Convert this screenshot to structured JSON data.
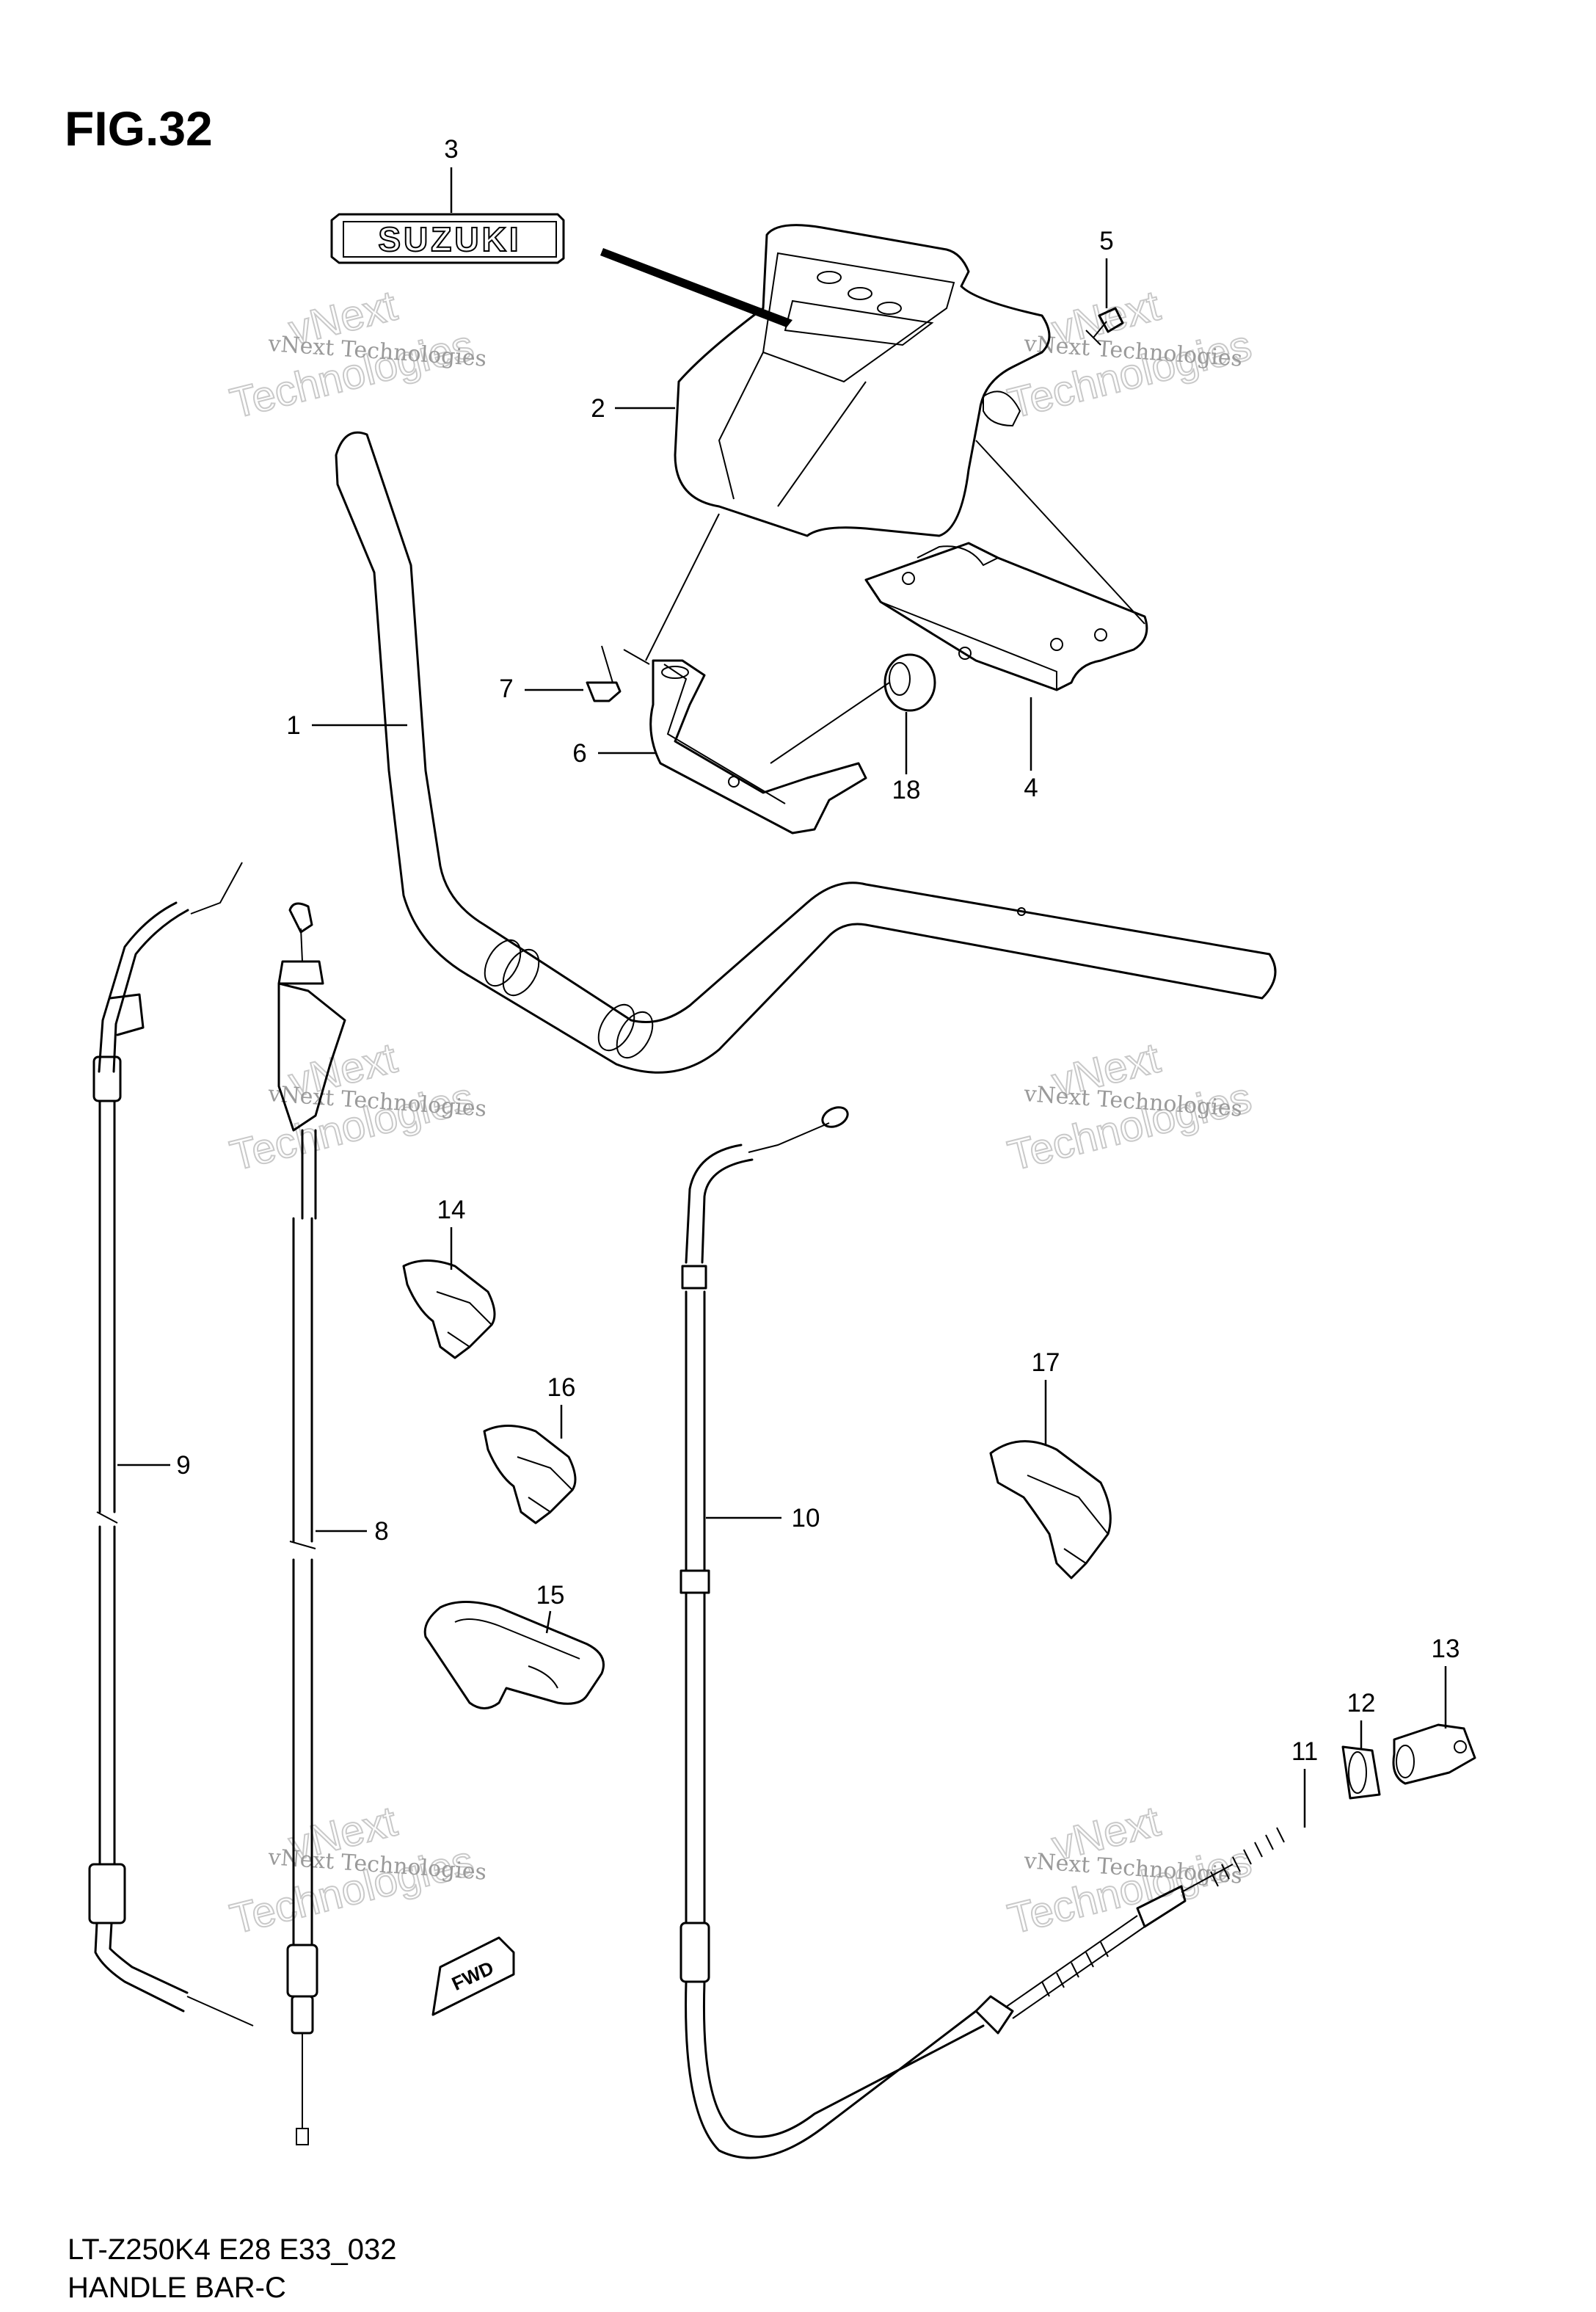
{
  "figure": {
    "title": "FIG.32",
    "caption_line1": "LT-Z250K4 E28 E33_032",
    "caption_line2": "HANDLE BAR-C"
  },
  "logo_text": "SUZUKI",
  "fwd_text": "FWD",
  "watermark": {
    "line1": "vNext Technologies",
    "big_top": "vNext",
    "big_bottom": "Technologies"
  },
  "callouts": {
    "p1": "1",
    "p2": "2",
    "p3": "3",
    "p4": "4",
    "p5": "5",
    "p6": "6",
    "p7": "7",
    "p8": "8",
    "p9": "9",
    "p10": "10",
    "p11": "11",
    "p12": "12",
    "p13": "13",
    "p14": "14",
    "p15": "15",
    "p16": "16",
    "p17": "17",
    "p18": "18"
  }
}
